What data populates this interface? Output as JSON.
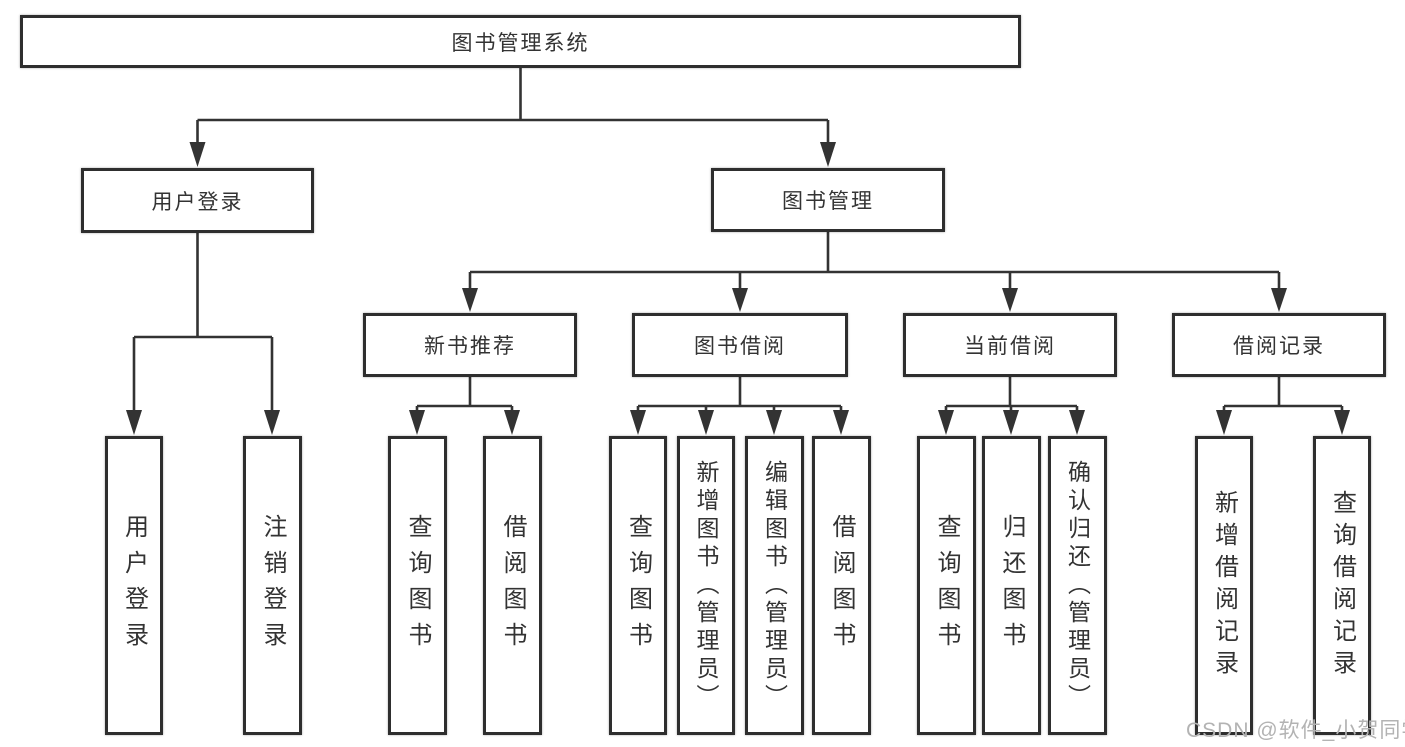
{
  "diagram": {
    "root": {
      "label": "图书管理系统",
      "children": [
        {
          "label": "用户登录",
          "children": [
            {
              "label": "用户登录"
            },
            {
              "label": "注销登录"
            }
          ]
        },
        {
          "label": "图书管理",
          "children": [
            {
              "label": "新书推荐",
              "children": [
                {
                  "label": "查询图书"
                },
                {
                  "label": "借阅图书"
                }
              ]
            },
            {
              "label": "图书借阅",
              "children": [
                {
                  "label": "查询图书"
                },
                {
                  "label": "新增图书（管理员）"
                },
                {
                  "label": "编辑图书（管理员）"
                },
                {
                  "label": "借阅图书"
                }
              ]
            },
            {
              "label": "当前借阅",
              "children": [
                {
                  "label": "查询图书"
                },
                {
                  "label": "归还图书"
                },
                {
                  "label": "确认归还（管理员）"
                }
              ]
            },
            {
              "label": "借阅记录",
              "children": [
                {
                  "label": "新增借阅记录"
                },
                {
                  "label": "查询借阅记录"
                }
              ]
            }
          ]
        }
      ]
    }
  },
  "watermark": {
    "text": "CSDN @软件_小贺同学"
  },
  "colors": {
    "line": "#333333",
    "border": "#2e2e2e",
    "text": "#333333",
    "watermark": "#b3b3b3",
    "background": "#ffffff"
  }
}
